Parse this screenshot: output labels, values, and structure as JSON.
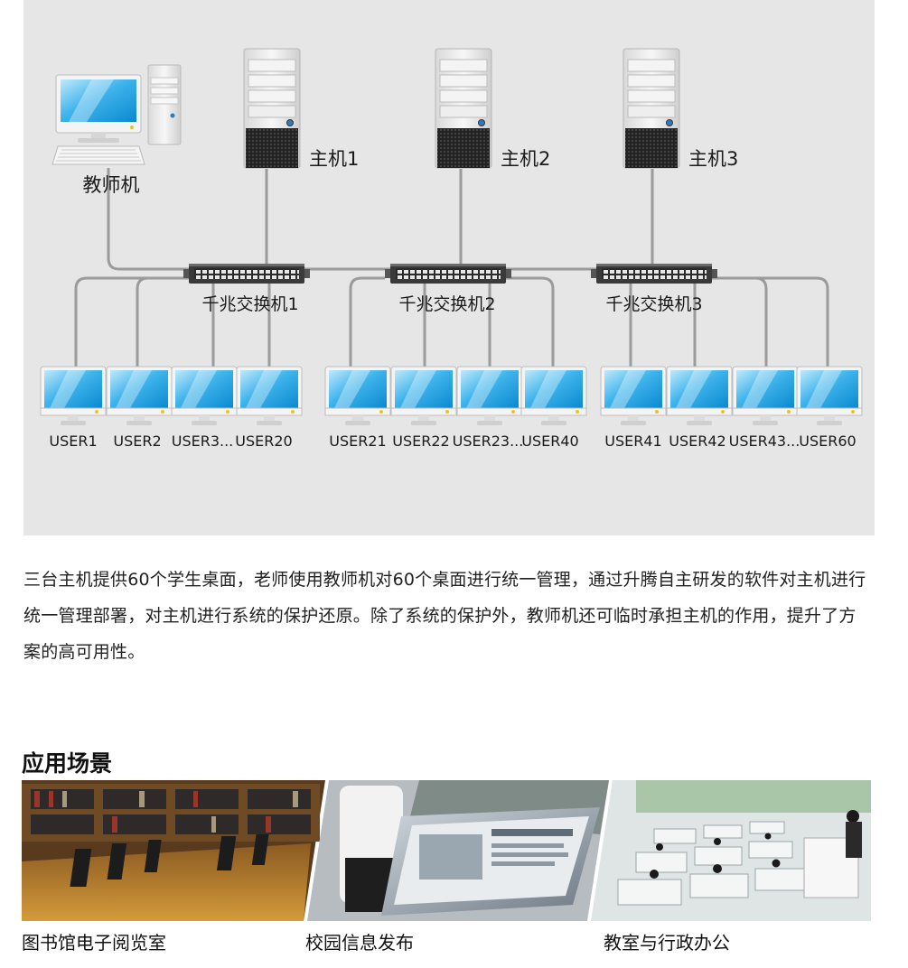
{
  "diagram": {
    "teacher_label": "教师机",
    "hosts": [
      {
        "label": "主机1"
      },
      {
        "label": "主机2"
      },
      {
        "label": "主机3"
      }
    ],
    "switches": [
      {
        "label": "千兆交换机1"
      },
      {
        "label": "千兆交换机2"
      },
      {
        "label": "千兆交换机3"
      }
    ],
    "user_groups": [
      {
        "labels": [
          "USER1",
          "USER2",
          "USER3...",
          "USER20"
        ]
      },
      {
        "labels": [
          "USER21",
          "USER22",
          "USER23...",
          "USER40"
        ]
      },
      {
        "labels": [
          "USER41",
          "USER42",
          "USER43...",
          "USER60"
        ]
      }
    ]
  },
  "description": "三台主机提供60个学生桌面，老师使用教师机对60个桌面进行统一管理，通过升腾自主研发的软件对主机进行统一管理部署，对主机进行系统的保护还原。除了系统的保护外，教师机还可临时承担主机的作用，提升了方案的高可用性。",
  "scenes": {
    "title": "应用场景",
    "items": [
      {
        "caption": "图书馆电子阅览室"
      },
      {
        "caption": "校园信息发布"
      },
      {
        "caption": "教室与行政办公"
      }
    ]
  }
}
